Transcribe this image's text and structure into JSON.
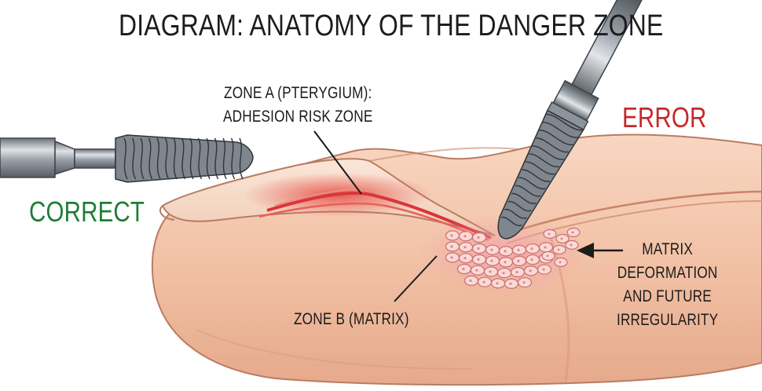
{
  "title": "DIAGRAM: ANATOMY OF THE DANGER ZONE",
  "labels": {
    "zone_a": [
      "ZONE A (PTERYGIUM):",
      "ADHESION RISK ZONE"
    ],
    "error": "ERROR",
    "correct": "CORRECT",
    "zone_b": "ZONE B (MATRIX)",
    "matrix_note": [
      "MATRIX",
      "DEFORMATION",
      "AND FUTURE",
      "IRREGULARITY"
    ]
  },
  "colors": {
    "error": "#c6272b",
    "correct": "#1e7d36",
    "skin": "#f3c6ac",
    "skin_shadow": "#e3a78a",
    "inflammation": "#e85a58",
    "metal": "#9aa0a6"
  }
}
